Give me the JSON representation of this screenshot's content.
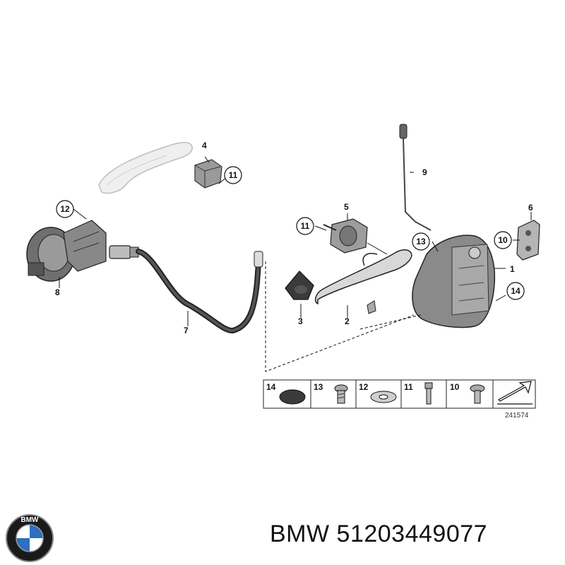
{
  "diagram": {
    "callouts": [
      "1",
      "2",
      "3",
      "4",
      "5",
      "6",
      "7",
      "8",
      "9",
      "10",
      "11",
      "11",
      "12",
      "13",
      "14"
    ],
    "legend": [
      {
        "number": "14",
        "part": "plug-cap"
      },
      {
        "number": "13",
        "part": "torx-bolt"
      },
      {
        "number": "12",
        "part": "washer"
      },
      {
        "number": "11",
        "part": "screw"
      },
      {
        "number": "10",
        "part": "flat-head-bolt"
      }
    ],
    "reference_code": "241574"
  },
  "footer": {
    "brand": "BMW",
    "part_number": "51203449077",
    "logo_letters": "BMW"
  }
}
